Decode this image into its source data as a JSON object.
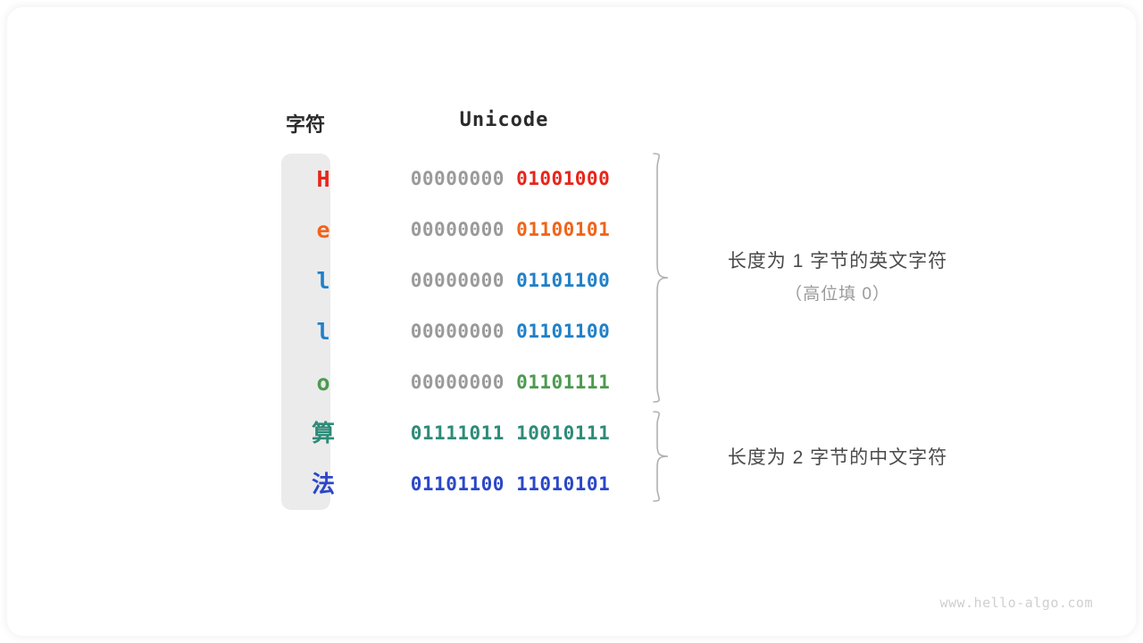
{
  "figure": {
    "watermark": "www.hello-algo.com",
    "headers": {
      "char": "字符",
      "encoding": "Unicode"
    },
    "rows": [
      {
        "char": "H",
        "char_color": "#e8251b",
        "high_byte": "00000000",
        "low_byte": "01001000",
        "bits_color": "#e8251b",
        "script": "latin"
      },
      {
        "char": "e",
        "char_color": "#f0641a",
        "high_byte": "00000000",
        "low_byte": "01100101",
        "bits_color": "#f0641a",
        "script": "latin"
      },
      {
        "char": "l",
        "char_color": "#2080c8",
        "high_byte": "00000000",
        "low_byte": "01101100",
        "bits_color": "#2080c8",
        "script": "latin"
      },
      {
        "char": "l",
        "char_color": "#2080c8",
        "high_byte": "00000000",
        "low_byte": "01101100",
        "bits_color": "#2080c8",
        "script": "latin"
      },
      {
        "char": "o",
        "char_color": "#4d9a50",
        "high_byte": "00000000",
        "low_byte": "01101111",
        "bits_color": "#4d9a50",
        "script": "latin"
      },
      {
        "char": "算",
        "char_color": "#2e8b78",
        "high_byte": "01111011",
        "low_byte": "10010111",
        "bits_color": "#2e8b78",
        "script": "cjk"
      },
      {
        "char": "法",
        "char_color": "#2b47c8",
        "high_byte": "01101100",
        "low_byte": "11010101",
        "bits_color": "#2b47c8",
        "script": "cjk"
      }
    ],
    "annotations": [
      {
        "main": "长度为 1 字节的英文字符",
        "sub": "（高位填 0）"
      },
      {
        "main": "长度为 2 字节的中文字符",
        "sub": ""
      }
    ],
    "colors": {
      "char_column_bg": "#ebebeb",
      "high_byte_gray": "#9a9a9a",
      "brace_gray": "#b0b0b0",
      "annotation_text": "#4a4a4a",
      "annotation_sub_text": "#9a9a9a",
      "watermark": "#cfcfcf"
    }
  }
}
